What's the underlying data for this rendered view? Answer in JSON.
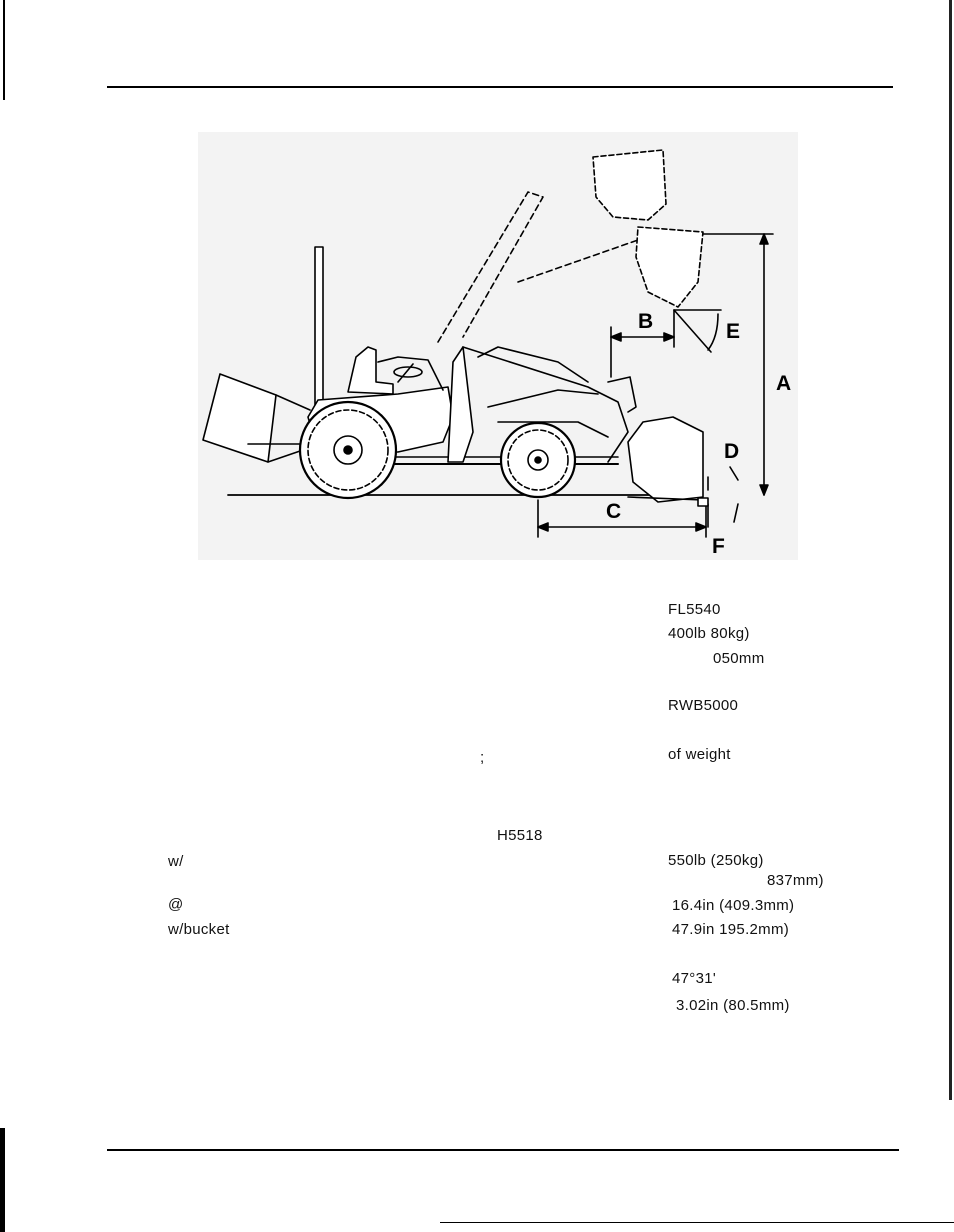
{
  "figure": {
    "dimension_labels": [
      "A",
      "B",
      "C",
      "D",
      "E",
      "F"
    ]
  },
  "spec_right": {
    "loader_model": "FL5540",
    "lift_capacity": "400lb   80kg)",
    "lift_height_mm": "050mm",
    "ballast_model": "RWB5000",
    "ballast_note": "of weight",
    "backhoe_capacity": "550lb (250kg)",
    "dim_a": "837mm)",
    "dim_b": "16.4in (409.3mm)",
    "dim_c": "47.9in    195.2mm)",
    "angle_e": "47°31'",
    "dim_f": "3.02in (80.5mm)"
  },
  "spec_left": {
    "row1": "w/",
    "row2": "@",
    "row3": "w/bucket"
  },
  "spec_mid": {
    "semicolon": ";",
    "backhoe_model": "H5518"
  }
}
